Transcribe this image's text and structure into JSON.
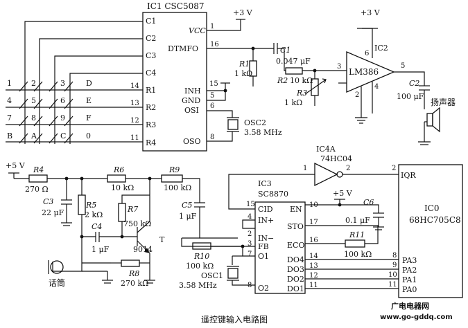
{
  "caption": "遥控键输入电路图",
  "watermark": {
    "line1": "广电电器网",
    "line2": "www.go-gddq.com"
  },
  "ic1": {
    "title": "IC1 CSC5087",
    "left_pins": [
      "C1",
      "C2",
      "C3",
      "C4",
      "R1",
      "R2",
      "R3",
      "R4"
    ],
    "left_nums": [
      "",
      "",
      "",
      "",
      "14",
      "13",
      "12",
      "11"
    ],
    "vcc": "VCC",
    "dtmfo": "DTMFO",
    "inh": "INH",
    "gnd": "GND",
    "osi": "OSI",
    "oso": "OSO",
    "pin_vcc": "1",
    "pin_dtmfo": "16",
    "pin_inh": "15",
    "pin_gnd": "5",
    "pin_osi": "6",
    "pin_oso": "8"
  },
  "supply_top": {
    "label": "+3 V",
    "label2": "+3 V"
  },
  "keypad": {
    "rows": [
      [
        "1",
        "2",
        "3",
        "D"
      ],
      [
        "4",
        "5",
        "6",
        "E"
      ],
      [
        "7",
        "8",
        "9",
        "F"
      ],
      [
        "B",
        "A",
        "C",
        "0"
      ]
    ]
  },
  "top_parts": {
    "r1": "R1",
    "r1_val": "1 kΩ",
    "c1": "C1",
    "c1_val": "0.047 μF",
    "r2": "R2",
    "r2_val": "10 kΩ",
    "r3": "R3",
    "r3_val": "1 kΩ",
    "osc2": "OSC2",
    "osc2_val": "3.58 MHz",
    "c2": "C2",
    "c2_val": "100 μF",
    "speaker": "扬声器"
  },
  "ic2": {
    "title": "IC2",
    "name": "LM386",
    "pins": [
      "3",
      "2",
      "6",
      "4",
      "5"
    ]
  },
  "ic4a": {
    "title": "IC4A",
    "name": "74HC04",
    "pin1": "1",
    "pin2": "2"
  },
  "bottom_left": {
    "supply": "+5 V",
    "r4": "R4",
    "r4_val": "270 Ω",
    "r6": "R6",
    "r6_val": "10 kΩ",
    "r9": "R9",
    "r9_val": "100 kΩ",
    "c3": "C3",
    "c3_val": "22 μF",
    "r5": "R5",
    "r5_val": "2 kΩ",
    "r7": "R7",
    "r7_val": "750 kΩ",
    "c4": "C4",
    "c4_val": "1 μF",
    "transistor": "9014",
    "t": "T",
    "r8": "R8",
    "r8_val": "270 kΩ",
    "mic": "话筒",
    "c5": "C5",
    "c5_val": "1 μF"
  },
  "ic3": {
    "title": "IC3",
    "name": "SC8870",
    "left": [
      "CID",
      "IN+",
      "IN−",
      "FB",
      "O1",
      "O2"
    ],
    "left_nums": [
      "15",
      "4",
      "2",
      "3",
      "7",
      "8"
    ],
    "right": [
      "EN",
      "STO",
      "ECO",
      "DO4",
      "DO3",
      "DO2",
      "DO1"
    ],
    "right_nums": [
      "10",
      "17",
      "16",
      "14",
      "13",
      "12",
      "11"
    ],
    "r10": "R10",
    "r10_val": "100 kΩ",
    "osc1": "OSC1",
    "osc1_val": "3.58 MHz",
    "supply": "+5 V",
    "c6": "C6",
    "c6_val": "0.1 μF",
    "r11": "R11",
    "r11_val": "100 kΩ"
  },
  "ic0": {
    "title": "IC0",
    "name": "68HC705C8",
    "iqr": "IQR",
    "iqr_num": "2",
    "pa": [
      "PA3",
      "PA2",
      "PA1",
      "PA0"
    ],
    "pa_nums": [
      "8",
      "9",
      "10",
      "11"
    ]
  }
}
